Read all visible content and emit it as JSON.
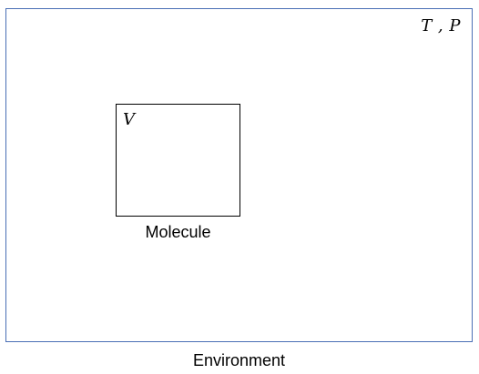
{
  "environment": {
    "caption": "Environment",
    "variables": "T , P",
    "border_color": "#4a6fb5"
  },
  "molecule": {
    "caption": "Molecule",
    "volume_label": "V",
    "border_color": "#000000"
  }
}
